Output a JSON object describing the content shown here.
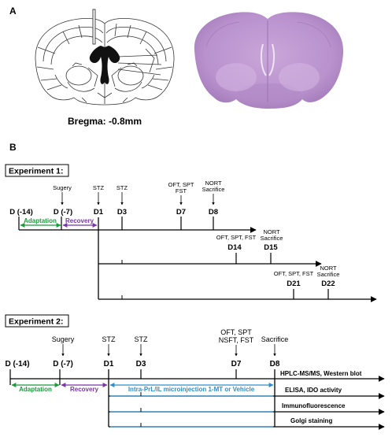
{
  "panel_a": {
    "letter": "A",
    "bregma_label": "Bregma: -0.8mm"
  },
  "panel_b": {
    "letter": "B",
    "experiment1": {
      "title": "Experiment 1:",
      "events": {
        "surgery": "Sugery",
        "stz_d1": "STZ",
        "stz_d3": "STZ",
        "d7_line1": "OFT, SPT",
        "d7_line2": "FST",
        "d8_line1": "NORT",
        "d8_line2": "Sacrifice",
        "d14": "OFT, SPT, FST",
        "d15_line1": "NORT",
        "d15_line2": "Sacrifice",
        "d21": "OFT, SPT, FST",
        "d22_line1": "NORT",
        "d22_line2": "Sacrifice"
      },
      "days": {
        "dm14": "D (-14)",
        "dm7": "D (-7)",
        "d1": "D1",
        "d3": "D3",
        "d7": "D7",
        "d8": "D8",
        "d14": "D14",
        "d15": "D15",
        "d21": "D21",
        "d22": "D22"
      },
      "phases": {
        "adaptation": "Adaptation",
        "recovery": "Recovery"
      }
    },
    "experiment2": {
      "title": "Experiment 2:",
      "events": {
        "surgery": "Sugery",
        "stz_d1": "STZ",
        "stz_d3": "STZ",
        "d7_line1": "OFT, SPT",
        "d7_line2": "NSFT, FST",
        "sacrifice": "Sacrifice"
      },
      "days": {
        "dm14": "D (-14)",
        "dm7": "D (-7)",
        "d1": "D1",
        "d3": "D3",
        "d7": "D7",
        "d8": "D8"
      },
      "phases": {
        "adaptation": "Adaptation",
        "recovery": "Recovery",
        "microinjection": "Intra-PrL/IL microinjection 1-MT or Vehicle"
      },
      "outcomes": [
        "HPLC-MS/MS, Western blot",
        "ELISA, IDO activity",
        "Immunofluorescence",
        "Golgi staining"
      ]
    }
  },
  "colors": {
    "adaptation": "#1a9b3c",
    "recovery": "#7a35a8",
    "microinjection": "#2e8fc9",
    "stain_outer": "#c7a6d6",
    "stain_inner": "#b48fc8"
  }
}
